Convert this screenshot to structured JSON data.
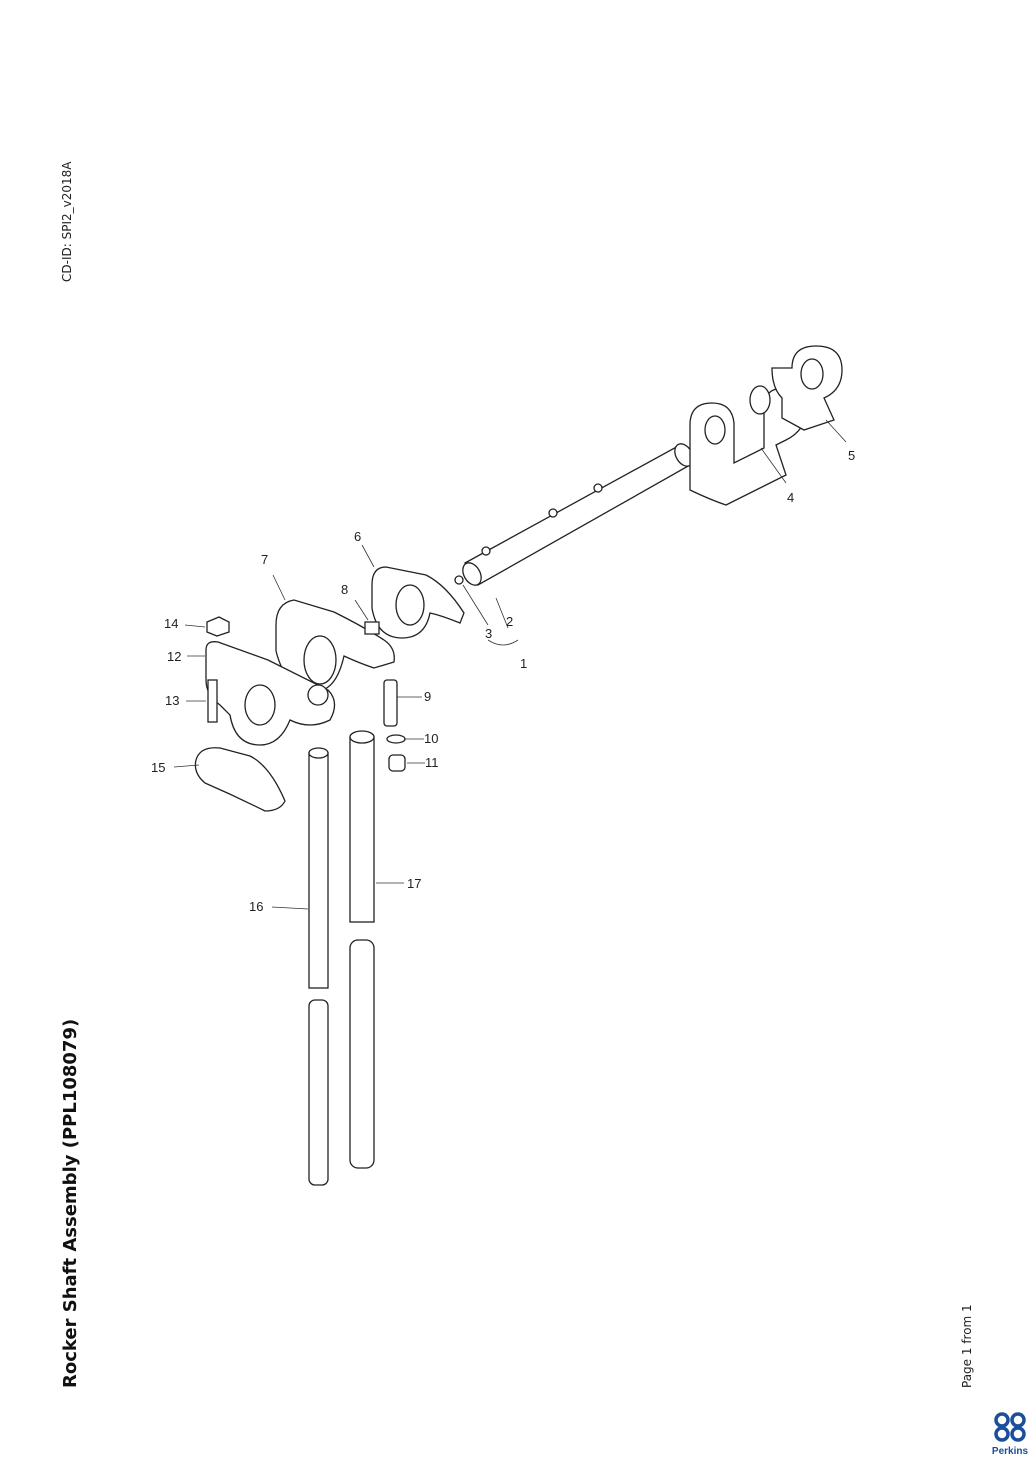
{
  "document": {
    "title": "Rocker Shaft Assembly (PPL108079)",
    "cd_id": "CD-ID: SPI2_v2018A",
    "page_label": "Page 1 from 1",
    "brand": "Perkins",
    "brand_color": "#1a4f9c"
  },
  "callouts": [
    "1",
    "2",
    "3",
    "4",
    "5",
    "6",
    "7",
    "8",
    "9",
    "10",
    "11",
    "12",
    "13",
    "14",
    "15",
    "16",
    "17"
  ]
}
